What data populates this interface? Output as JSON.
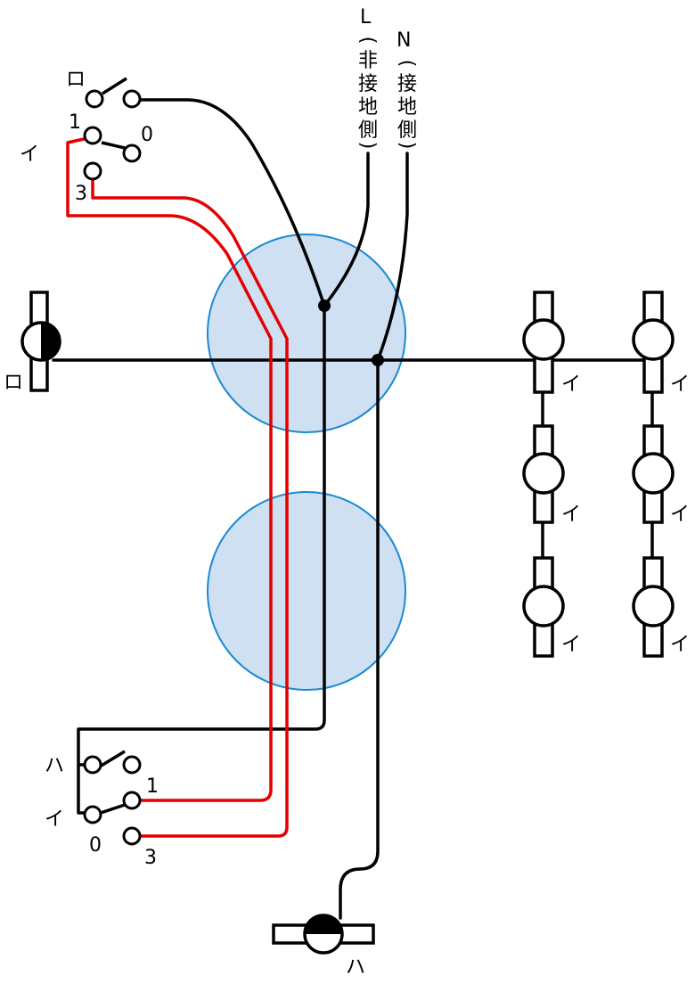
{
  "supply": {
    "line_label": "L",
    "line_sub": [
      "(",
      "非",
      "接",
      "地",
      "側",
      ")"
    ],
    "neutral_label": "N",
    "neutral_sub": [
      "(",
      "接",
      "地",
      "側",
      ")"
    ]
  },
  "switch_top": {
    "ro": "ロ",
    "i": "イ",
    "t1": "1",
    "t0": "0",
    "t3": "3"
  },
  "switch_bottom": {
    "ha": "ハ",
    "i": "イ",
    "t1": "1",
    "t0": "0",
    "t3": "3"
  },
  "lamp_left": {
    "label": "ロ"
  },
  "lamp_bottom": {
    "label": "ハ"
  },
  "lamp_right_labels": [
    "イ",
    "イ",
    "イ",
    "イ",
    "イ",
    "イ"
  ],
  "colors": {
    "wire": "#000000",
    "traveler_wire": "#e30000",
    "box_fill": "#cfe0f3",
    "box_stroke": "#1a8ad1"
  }
}
